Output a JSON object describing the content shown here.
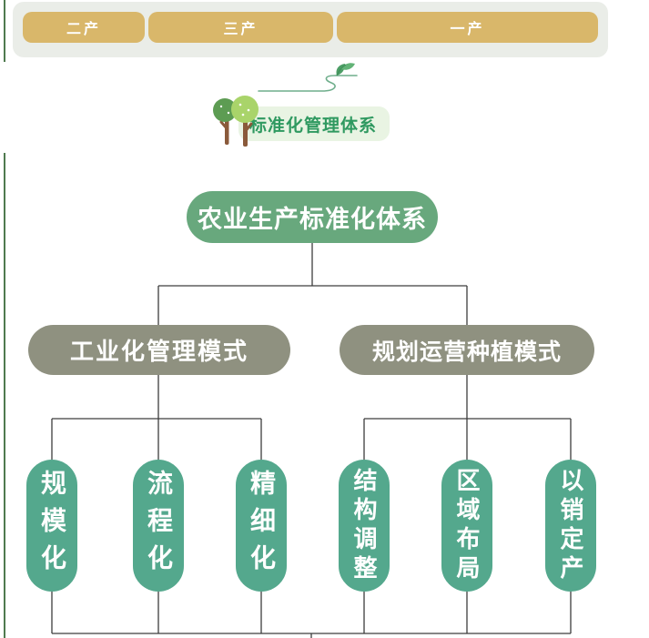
{
  "top_tabs": {
    "items": [
      {
        "label": "二产"
      },
      {
        "label": "三产"
      },
      {
        "label": "一产"
      }
    ],
    "button_color": "#d9b76a",
    "panel_color": "#eaede8"
  },
  "decoration": {
    "icon": "leaf-flourish-icon",
    "color": "#6fae8c"
  },
  "section_header": {
    "icon": "trees-icon",
    "title": "标准化管理体系",
    "title_color": "#2f9960",
    "pill_color": "#e9f4e3"
  },
  "org_chart": {
    "line_color": "#3d3d3d",
    "root": {
      "label": "农业生产标准化体系",
      "color": "#68a87d"
    },
    "branches": [
      {
        "label": "工业化管理模式",
        "color": "#8f9180",
        "children": [
          {
            "label": "规模化"
          },
          {
            "label": "流程化"
          },
          {
            "label": "精细化"
          }
        ]
      },
      {
        "label": "规划运营种植模式",
        "color": "#8f9180",
        "children": [
          {
            "label": "结构调整"
          },
          {
            "label": "区域布局"
          },
          {
            "label": "以销定产"
          }
        ]
      }
    ],
    "leaf_color": "#54a88d"
  }
}
